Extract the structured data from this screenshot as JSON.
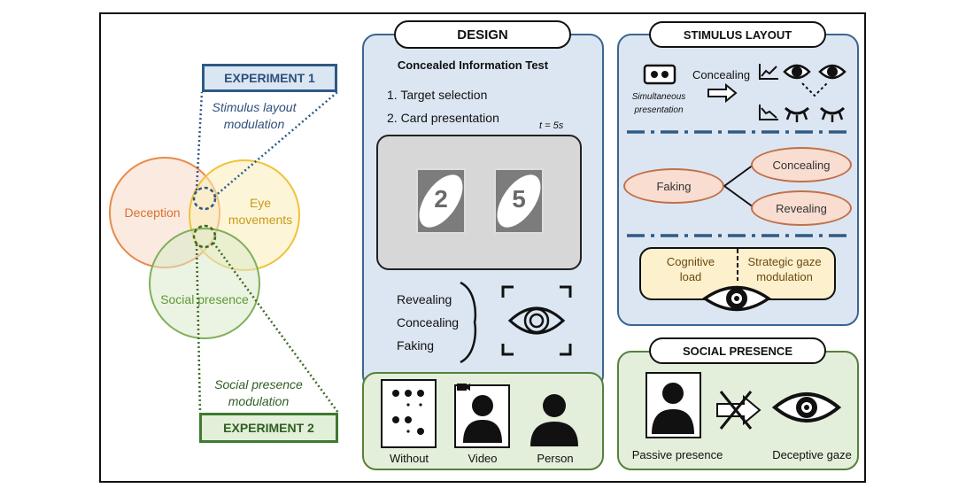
{
  "venn": {
    "deception": "Deception",
    "eye_movements_line1": "Eye",
    "eye_movements_line2": "movements",
    "social_presence": "Social presence"
  },
  "experiment1": {
    "label": "EXPERIMENT 1",
    "caption_line1": "Stimulus layout",
    "caption_line2": "modulation"
  },
  "experiment2": {
    "label": "EXPERIMENT 2",
    "caption_line1": "Social presence",
    "caption_line2": "modulation"
  },
  "design": {
    "title": "DESIGN",
    "test_name": "Concealed Information Test",
    "step1": "1. Target selection",
    "step2": "2. Card presentation",
    "time": "t = 5s",
    "card_left": "2",
    "card_right": "5",
    "conditions": [
      "Revealing",
      "Concealing",
      "Faking"
    ]
  },
  "presence_options": {
    "without": "Without",
    "video": "Video",
    "person": "Person"
  },
  "stimulus_layout": {
    "title": "STIMULUS LAYOUT",
    "simultaneous_line1": "Simultaneous",
    "simultaneous_line2": "presentation",
    "concealing": "Concealing",
    "faking": "Faking",
    "faking_concealing": "Concealing",
    "faking_revealing": "Revealing",
    "cognitive_line1": "Cognitive",
    "cognitive_line2": "load",
    "strategic_line1": "Strategic gaze",
    "strategic_line2": "modulation"
  },
  "social_presence": {
    "title": "SOCIAL PRESENCE",
    "passive": "Passive presence",
    "deceptive": "Deceptive gaze"
  },
  "colors": {
    "blue_accent": "#2e5a85",
    "green_accent": "#3f7a2e",
    "deception_circle": "#e88a4a",
    "eye_circle": "#f0c23a",
    "social_circle": "#7fb05a"
  }
}
